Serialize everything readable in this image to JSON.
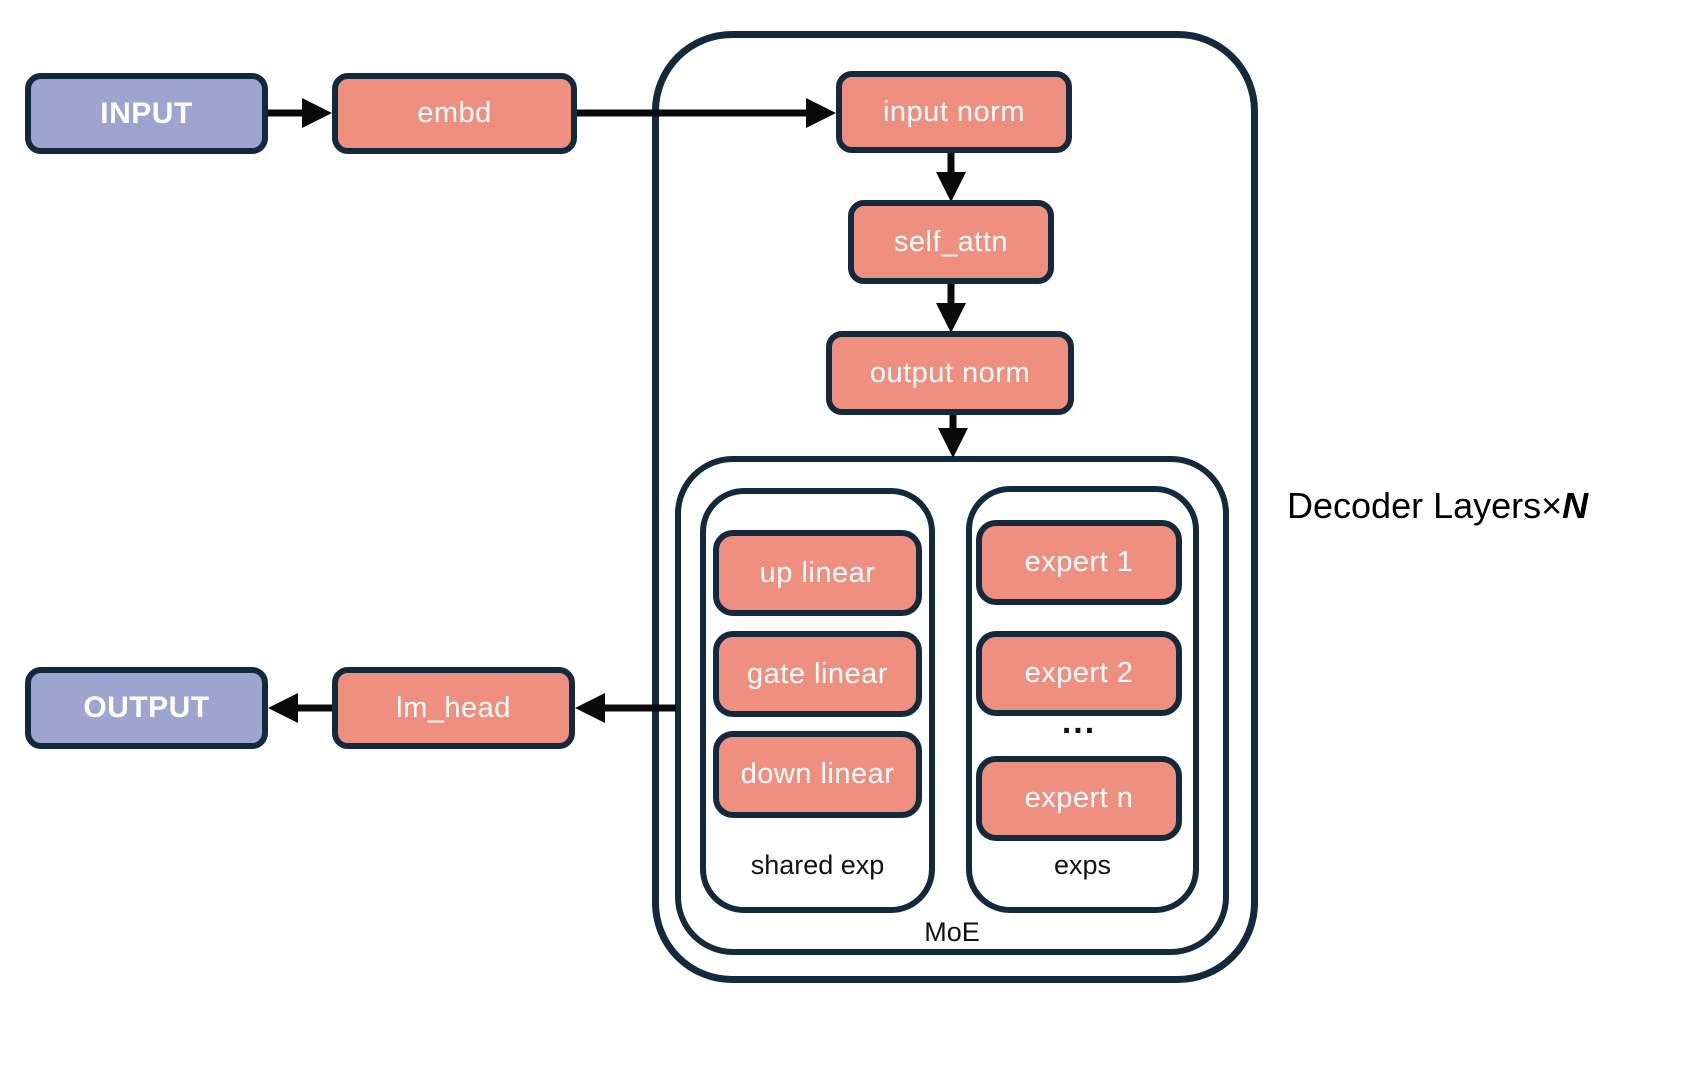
{
  "nodes": {
    "input": "INPUT",
    "embd": "embd",
    "input_norm": "input norm",
    "self_attn": "self_attn",
    "output_norm": "output norm",
    "up_linear": "up linear",
    "gate_linear": "gate linear",
    "down_linear": "down linear",
    "expert_1": "expert 1",
    "expert_2": "expert 2",
    "experts_ellipsis": "...",
    "expert_n": "expert n",
    "lm_head": "lm_head",
    "output": "OUTPUT"
  },
  "groups": {
    "shared_exp": "shared exp",
    "exps": "exps",
    "moe": "MoE",
    "decoder_layers_prefix": "Decoder Layers×",
    "decoder_layers_n": "N"
  },
  "edges": [
    {
      "from": "input",
      "to": "embd"
    },
    {
      "from": "embd",
      "to": "input_norm"
    },
    {
      "from": "input_norm",
      "to": "self_attn"
    },
    {
      "from": "self_attn",
      "to": "output_norm"
    },
    {
      "from": "output_norm",
      "to": "moe"
    },
    {
      "from": "moe",
      "to": "lm_head"
    },
    {
      "from": "lm_head",
      "to": "output"
    }
  ],
  "colors": {
    "io_fill": "#9DA4D0",
    "module_fill": "#EF8F7F",
    "border": "#13293C",
    "arrow": "#0A0A0A",
    "box_text": "#FFFFFF",
    "label_text": "#111111",
    "background": "#FFFFFF"
  }
}
